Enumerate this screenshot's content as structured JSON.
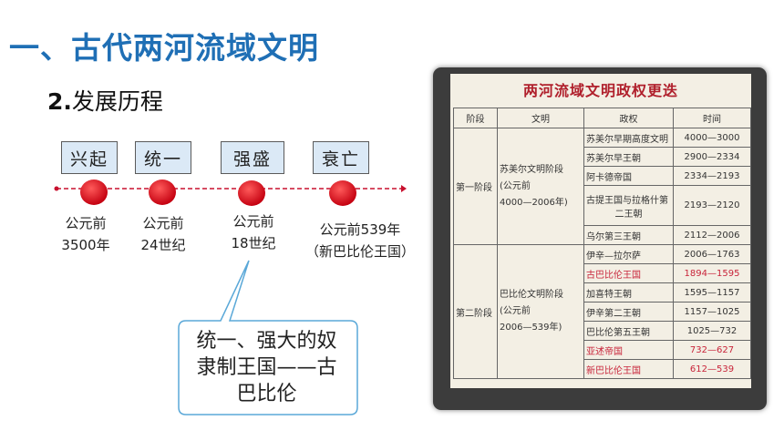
{
  "slide": {
    "title": "一、古代两河流域文明",
    "subtitle_num": "2.",
    "subtitle_text": "发展历程"
  },
  "timeline": {
    "stages": [
      {
        "label": "兴起",
        "date_line1": "公元前",
        "date_line2": "3500年"
      },
      {
        "label": "统一",
        "date_line1": "公元前",
        "date_line2": "24世纪"
      },
      {
        "label": "强盛",
        "date_line1": "公元前",
        "date_line2": "18世纪"
      },
      {
        "label": "衰亡",
        "date_line1": "公元前539年",
        "date_line2": "（新巴比伦王国）"
      }
    ],
    "dot_color": "#e0101c",
    "line_color": "#c8102e"
  },
  "callout": {
    "line1": "统一、强大的奴",
    "line2": "隶制王国——古",
    "line3": "巴比伦"
  },
  "table": {
    "title": "两河流域文明政权更迭",
    "headers": [
      "阶段",
      "文明",
      "政权",
      "时间"
    ],
    "phase1": {
      "phase": "第一阶段",
      "civ_line1": "苏美尔文明阶段",
      "civ_line2": "(公元前",
      "civ_line3": "4000—2006年)",
      "rows": [
        {
          "regime": "苏美尔早期高度文明",
          "time": "4000—3000",
          "red": false
        },
        {
          "regime": "苏美尔早王朝",
          "time": "2900—2334",
          "red": false
        },
        {
          "regime": "阿卡德帝国",
          "time": "2334—2193",
          "red": false
        },
        {
          "regime_line1": "古提王国与拉格什第",
          "regime_line2": "二王朝",
          "time": "2193—2120",
          "red": false
        },
        {
          "regime": "乌尔第三王朝",
          "time": "2112—2006",
          "red": false
        }
      ]
    },
    "phase2": {
      "phase": "第二阶段",
      "civ_line1": "巴比伦文明阶段",
      "civ_line2": "(公元前",
      "civ_line3": "2006—539年)",
      "rows": [
        {
          "regime": "伊辛—拉尔萨",
          "time": "2006—1763",
          "red": false
        },
        {
          "regime": "古巴比伦王国",
          "time": "1894—1595",
          "red": true
        },
        {
          "regime": "加喜特王朝",
          "time": "1595—1157",
          "red": false
        },
        {
          "regime": "伊辛第二王朝",
          "time": "1157—1025",
          "red": false
        },
        {
          "regime": "巴比伦第五王朝",
          "time": "1025—732",
          "red": false
        },
        {
          "regime": "亚述帝国",
          "time": "732—627",
          "red": true
        },
        {
          "regime": "新巴比伦王国",
          "time": "612—539",
          "red": true
        }
      ]
    }
  },
  "colors": {
    "title": "#1f6fb5",
    "box_fill": "#dbe9f6",
    "highlight_red": "#c8243a"
  }
}
